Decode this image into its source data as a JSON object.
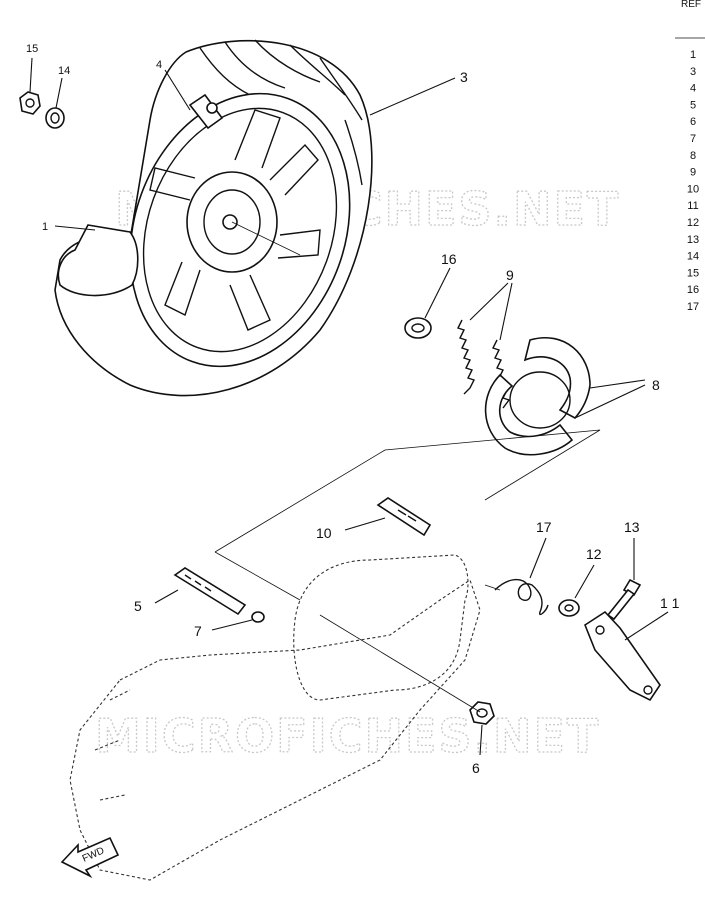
{
  "watermark": "MICROFICHES.NET",
  "ref_column": {
    "header": "REF",
    "numbers": [
      "1",
      "3",
      "4",
      "5",
      "6",
      "7",
      "8",
      "9",
      "10",
      "11",
      "12",
      "13",
      "14",
      "15",
      "16",
      "17"
    ]
  },
  "callouts": {
    "c1": "1",
    "c3": "3",
    "c4": "4",
    "c5": "5",
    "c6": "6",
    "c7": "7",
    "c8": "8",
    "c9": "9",
    "c10": "10",
    "c11": "1 1",
    "c12": "12",
    "c13": "13",
    "c14": "14",
    "c15": "15",
    "c16": "16",
    "c17": "17"
  },
  "fwd_label": "FWD"
}
